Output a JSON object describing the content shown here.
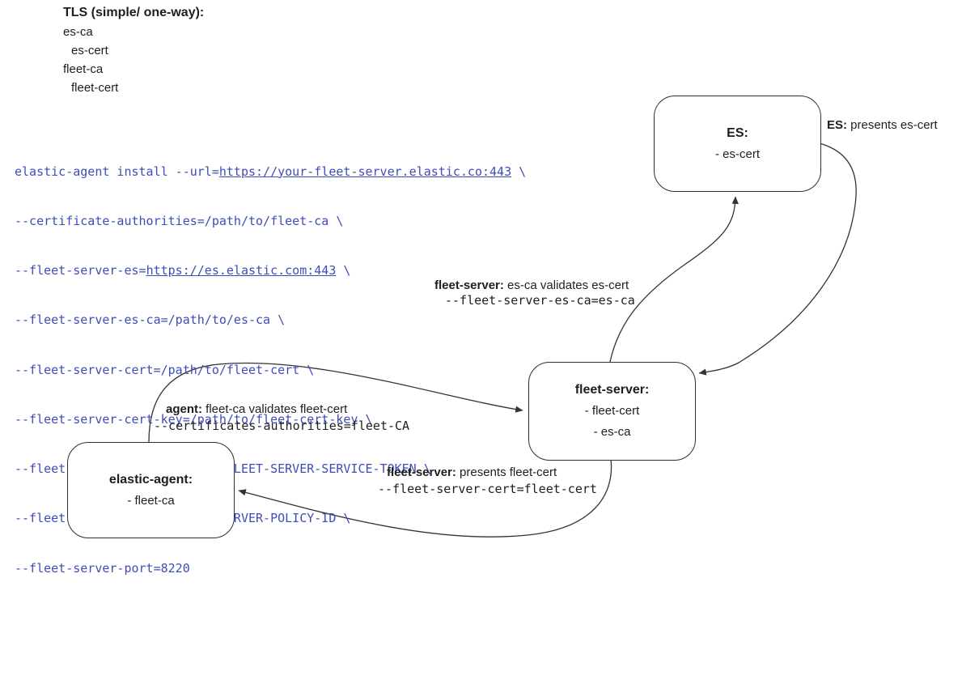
{
  "diagram": {
    "background": "#ffffff",
    "stroke_color": "#333333",
    "text_color": "#1e1e1e",
    "command_color": "#3f4cba"
  },
  "header": {
    "title": "TLS (simple/ one-way):",
    "items": [
      "es-ca",
      "es-cert",
      "fleet-ca",
      "fleet-cert"
    ]
  },
  "command": {
    "line1_prefix": "elastic-agent install --url=",
    "line1_url": "https://your-fleet-server.elastic.co:443",
    "line1_suffix": " \\",
    "line2": "--certificate-authorities=/path/to/fleet-ca \\",
    "line3_prefix": "--fleet-server-es=",
    "line3_url": "https://es.elastic.com:443",
    "line3_suffix": " \\",
    "line4": "--fleet-server-es-ca=/path/to/es-ca \\",
    "line5": "--fleet-server-cert=/path/to/fleet-cert \\",
    "line6": "--fleet-server-cert-key=/path/to/fleet-cert-key \\",
    "line7": "--fleet-server-service-token=FLEET-SERVER-SERVICE-TOKEN \\",
    "line8": "--fleet-server-policy=FLEET-SERVER-POLICY-ID \\",
    "line9": "--fleet-server-port=8220"
  },
  "nodes": {
    "es": {
      "title": "ES:",
      "item1": "- es-cert"
    },
    "fleet_server": {
      "title": "fleet-server:",
      "item1": "- fleet-cert",
      "item2": "- es-ca"
    },
    "elastic_agent": {
      "title": "elastic-agent:",
      "item1": "- fleet-ca"
    }
  },
  "edge_labels": {
    "es_presents": {
      "bold": "ES:",
      "text": " presents es-cert"
    },
    "fleet_validates": {
      "bold": "fleet-server:",
      "text": " es-ca validates es-cert",
      "mono": "--fleet-server-es-ca=es-ca"
    },
    "agent_validates": {
      "bold": "agent:",
      "text": " fleet-ca validates fleet-cert",
      "mono": "--certificates-authorities=fleet-CA"
    },
    "fleet_presents": {
      "bold": "fleet-server:",
      "text": " presents fleet-cert",
      "mono": "--fleet-server-cert=fleet-cert"
    }
  }
}
